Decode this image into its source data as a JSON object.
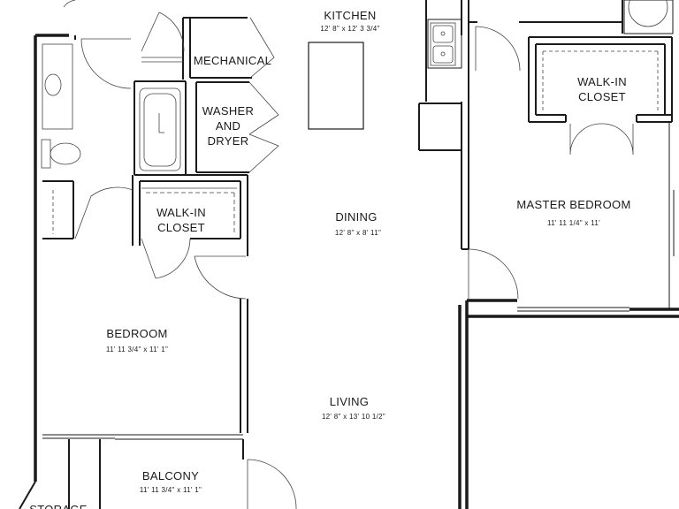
{
  "rooms": {
    "kitchen": {
      "name": "KITCHEN",
      "dims": "12' 8\" x 12' 3 3/4\""
    },
    "mechanical": {
      "name": "MECHANICAL"
    },
    "washer_dryer": {
      "name": "WASHER\nAND\nDRYER"
    },
    "walkin_closet_1": {
      "name": "WALK-IN\nCLOSET"
    },
    "walkin_closet_2": {
      "name": "WALK-IN\nCLOSET"
    },
    "master_bedroom": {
      "name": "MASTER BEDROOM",
      "dims": "11' 11 1/4\" x 11'"
    },
    "dining": {
      "name": "DINING",
      "dims": "12' 8\" x 8' 11\""
    },
    "bedroom": {
      "name": "BEDROOM",
      "dims": "11' 11 3/4\" x 11' 1\""
    },
    "living": {
      "name": "LIVING",
      "dims": "12' 8\" x 13' 10 1/2\""
    },
    "balcony": {
      "name": "BALCONY",
      "dims": "11' 11 3/4\" x 11' 1\""
    },
    "storage": {
      "name": "STORAGE"
    }
  }
}
